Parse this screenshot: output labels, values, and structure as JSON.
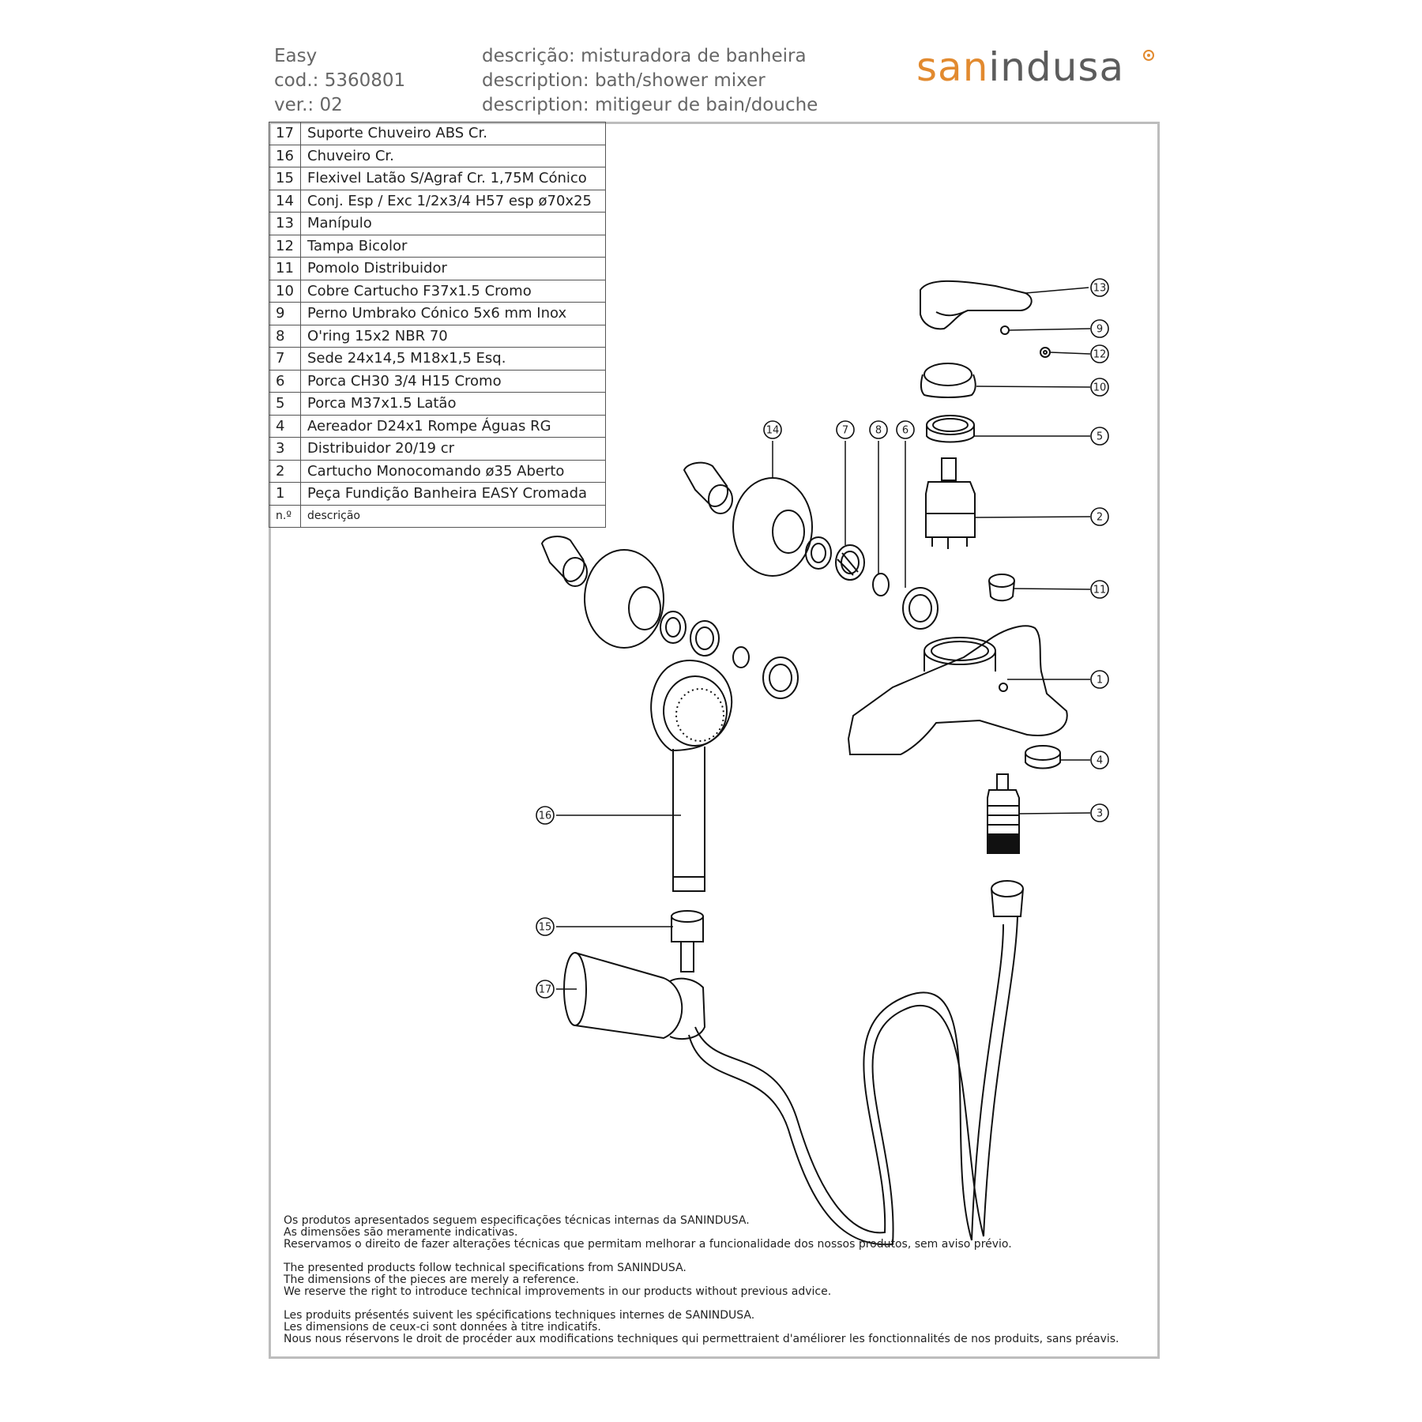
{
  "header": {
    "left": [
      "Easy",
      "cod.: 5360801",
      "ver.: 02"
    ],
    "middle": [
      "descrição: misturadora de banheira",
      "description: bath/shower mixer",
      "description: mitigeur de bain/douche"
    ]
  },
  "logo": {
    "part1": "san",
    "part2": "indusa"
  },
  "parts": [
    {
      "n": "17",
      "desc": "Suporte Chuveiro ABS Cr."
    },
    {
      "n": "16",
      "desc": "Chuveiro Cr."
    },
    {
      "n": "15",
      "desc": "Flexivel Latão S/Agraf Cr. 1,75M Cónico"
    },
    {
      "n": "14",
      "desc": "Conj. Esp / Exc 1/2x3/4 H57 esp ø70x25"
    },
    {
      "n": "13",
      "desc": "Manípulo"
    },
    {
      "n": "12",
      "desc": "Tampa Bicolor"
    },
    {
      "n": "11",
      "desc": "Pomolo Distribuidor"
    },
    {
      "n": "10",
      "desc": "Cobre Cartucho F37x1.5 Cromo"
    },
    {
      "n": "9",
      "desc": "Perno Umbrako Cónico 5x6 mm Inox"
    },
    {
      "n": "8",
      "desc": "O'ring 15x2 NBR 70"
    },
    {
      "n": "7",
      "desc": "Sede 24x14,5  M18x1,5 Esq."
    },
    {
      "n": "6",
      "desc": "Porca CH30 3/4 H15 Cromo"
    },
    {
      "n": "5",
      "desc": "Porca M37x1.5 Latão"
    },
    {
      "n": "4",
      "desc": "Aereador D24x1 Rompe Águas RG"
    },
    {
      "n": "3",
      "desc": "Distribuidor 20/19 cr"
    },
    {
      "n": "2",
      "desc": "Cartucho Monocomando ø35 Aberto"
    },
    {
      "n": "1",
      "desc": "Peça Fundição Banheira EASY Cromada"
    }
  ],
  "table_footer": {
    "n": "n.º",
    "desc": "descrição"
  },
  "callouts": [
    "13",
    "9",
    "12",
    "10",
    "5",
    "2",
    "11",
    "1",
    "4",
    "3",
    "14",
    "7",
    "8",
    "6",
    "16",
    "15",
    "17"
  ],
  "notes": [
    [
      "Os produtos apresentados seguem especificações técnicas internas da SANINDUSA.",
      "As dimensões são meramente indicativas.",
      "Reservamos o direito de fazer alterações técnicas que permitam melhorar a funcionalidade dos nossos produtos, sem aviso prévio."
    ],
    [
      "The presented products follow technical specifications from SANINDUSA.",
      "The dimensions of the pieces are merely a reference.",
      "We reserve the right to introduce technical improvements in our products without previous advice."
    ],
    [
      "Les produits présentés suivent les spécifications techniques internes de SANINDUSA.",
      "Les dimensions de ceux-ci sont données à titre indicatifs.",
      "Nous nous réservons le droit de procéder aux modifications techniques qui permettraient d'améliorer les fonctionnalités de nos produits, sans préavis."
    ]
  ],
  "colors": {
    "brand_orange": "#e28a2f",
    "brand_grey": "#5c5c5c",
    "frame": "#bdbdbd"
  }
}
